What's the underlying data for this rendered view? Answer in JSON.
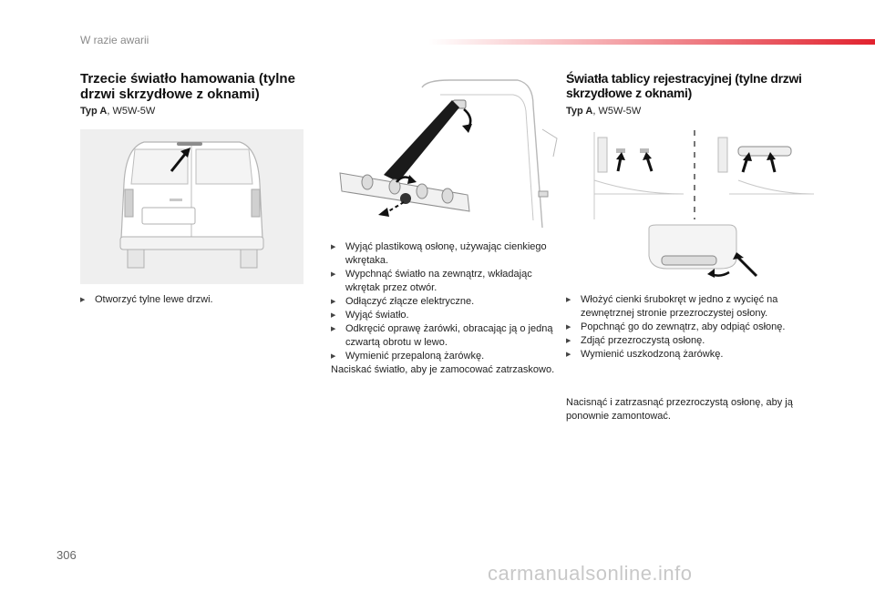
{
  "header": {
    "section": "W razie awarii"
  },
  "left": {
    "heading": "Trzecie światło hamowania (tylne drzwi skrzydłowe z oknami)",
    "typ_label": "Typ A",
    "typ_value": ", W5W-5W",
    "steps": [
      "Otworzyć tylne lewe drzwi."
    ]
  },
  "middle": {
    "steps": [
      "Wyjąć plastikową osłonę, używając cienkiego wkrętaka.",
      "Wypchnąć światło na zewnątrz, wkładając wkrętak przez otwór.",
      "Odłączyć złącze elektryczne.",
      "Wyjąć światło.",
      "Odkręcić oprawę żarówki, obracając ją o jedną czwartą obrotu w lewo.",
      "Wymienić przepaloną żarówkę."
    ],
    "note": "Naciskać światło, aby je zamocować zatrzaskowo."
  },
  "right": {
    "heading": "Światła tablicy rejestracyjnej (tylne drzwi skrzydłowe z oknami)",
    "typ_label": "Typ A",
    "typ_value": ", W5W-5W",
    "steps": [
      "Włożyć cienki śrubokręt w jedno z wycięć na zewnętrznej stronie przezroczystej osłony.",
      "Popchnąć go do zewnątrz, aby odpiąć osłonę.",
      "Zdjąć przezroczystą osłonę.",
      "Wymienić uszkodzoną żarówkę."
    ],
    "note": "Nacisnąć i zatrzasnąć przezroczystą osłonę, aby ją ponownie zamontować."
  },
  "footer": {
    "page_number": "306",
    "watermark": "carmanualsonline.info"
  }
}
